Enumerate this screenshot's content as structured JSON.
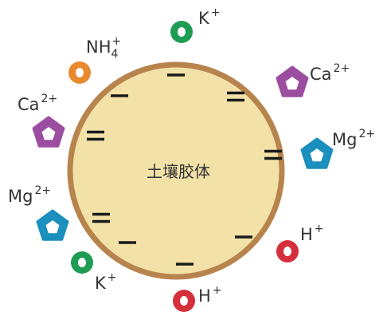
{
  "colloid": {
    "label": "土壤胶体",
    "fill_color": "#f2e2a8",
    "border_color": "#b8844e"
  },
  "charge_mark": "−",
  "ions": [
    {
      "id": "k-top",
      "base": "K",
      "sub": "",
      "sup": "+",
      "shape": "circle",
      "color": "#1f9c54"
    },
    {
      "id": "nh4",
      "base": "NH",
      "sub": "4",
      "sup": "+",
      "shape": "circle",
      "color": "#e8892e"
    },
    {
      "id": "ca-top-right",
      "base": "Ca",
      "sub": "",
      "sup": "2+",
      "shape": "pentagon",
      "color": "#9b4ea0"
    },
    {
      "id": "ca-left",
      "base": "Ca",
      "sub": "",
      "sup": "2+",
      "shape": "pentagon",
      "color": "#9b4ea0"
    },
    {
      "id": "mg-right",
      "base": "Mg",
      "sub": "",
      "sup": "2+",
      "shape": "pentagon",
      "color": "#1b8fbd"
    },
    {
      "id": "mg-left",
      "base": "Mg",
      "sub": "",
      "sup": "2+",
      "shape": "pentagon",
      "color": "#1b8fbd"
    },
    {
      "id": "h-right",
      "base": "H",
      "sub": "",
      "sup": "+",
      "shape": "circle",
      "color": "#d62f3c"
    },
    {
      "id": "k-bottom",
      "base": "K",
      "sub": "",
      "sup": "+",
      "shape": "circle",
      "color": "#1f9c54"
    },
    {
      "id": "h-bottom",
      "base": "H",
      "sub": "",
      "sup": "+",
      "shape": "circle",
      "color": "#d62f3c"
    }
  ]
}
